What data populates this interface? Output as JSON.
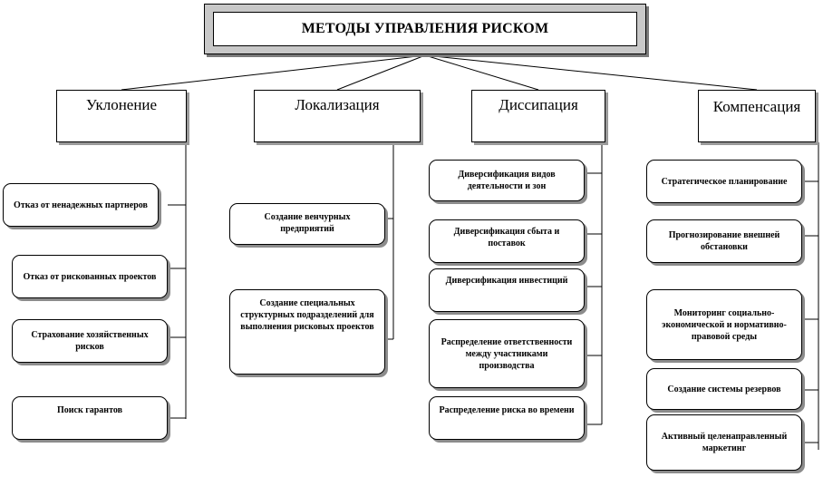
{
  "title": "МЕТОДЫ УПРАВЛЕНИЯ РИСКОМ",
  "categories": [
    {
      "label": "Уклонение",
      "items": [
        "Отказ  от ненадежных партнеров",
        "Отказ  от рискованных проектов",
        "Страхование хозяйственных  рисков",
        "Поиск гарантов"
      ]
    },
    {
      "label": "Локализация",
      "items": [
        "Создание венчурных предприятий",
        "Создание  специальных структурных подразделений для выполнения рисковых проектов"
      ]
    },
    {
      "label": "Диссипация",
      "items": [
        "Диверсификация видов деятельности и зон",
        "Диверсификация сбыта и поставок",
        "Диверсификация инвестиций",
        "Распределение ответственности  между участниками производства",
        "Распределение риска во времени"
      ]
    },
    {
      "label": "Компенсация",
      "items": [
        "Стратегическое планирование",
        "Прогнозирование внешней обстановки",
        "Мониторинг социально-экономической и нормативно-правовой среды",
        "Создание  системы резервов",
        "Активный целенаправленный маркетинг"
      ]
    }
  ]
}
